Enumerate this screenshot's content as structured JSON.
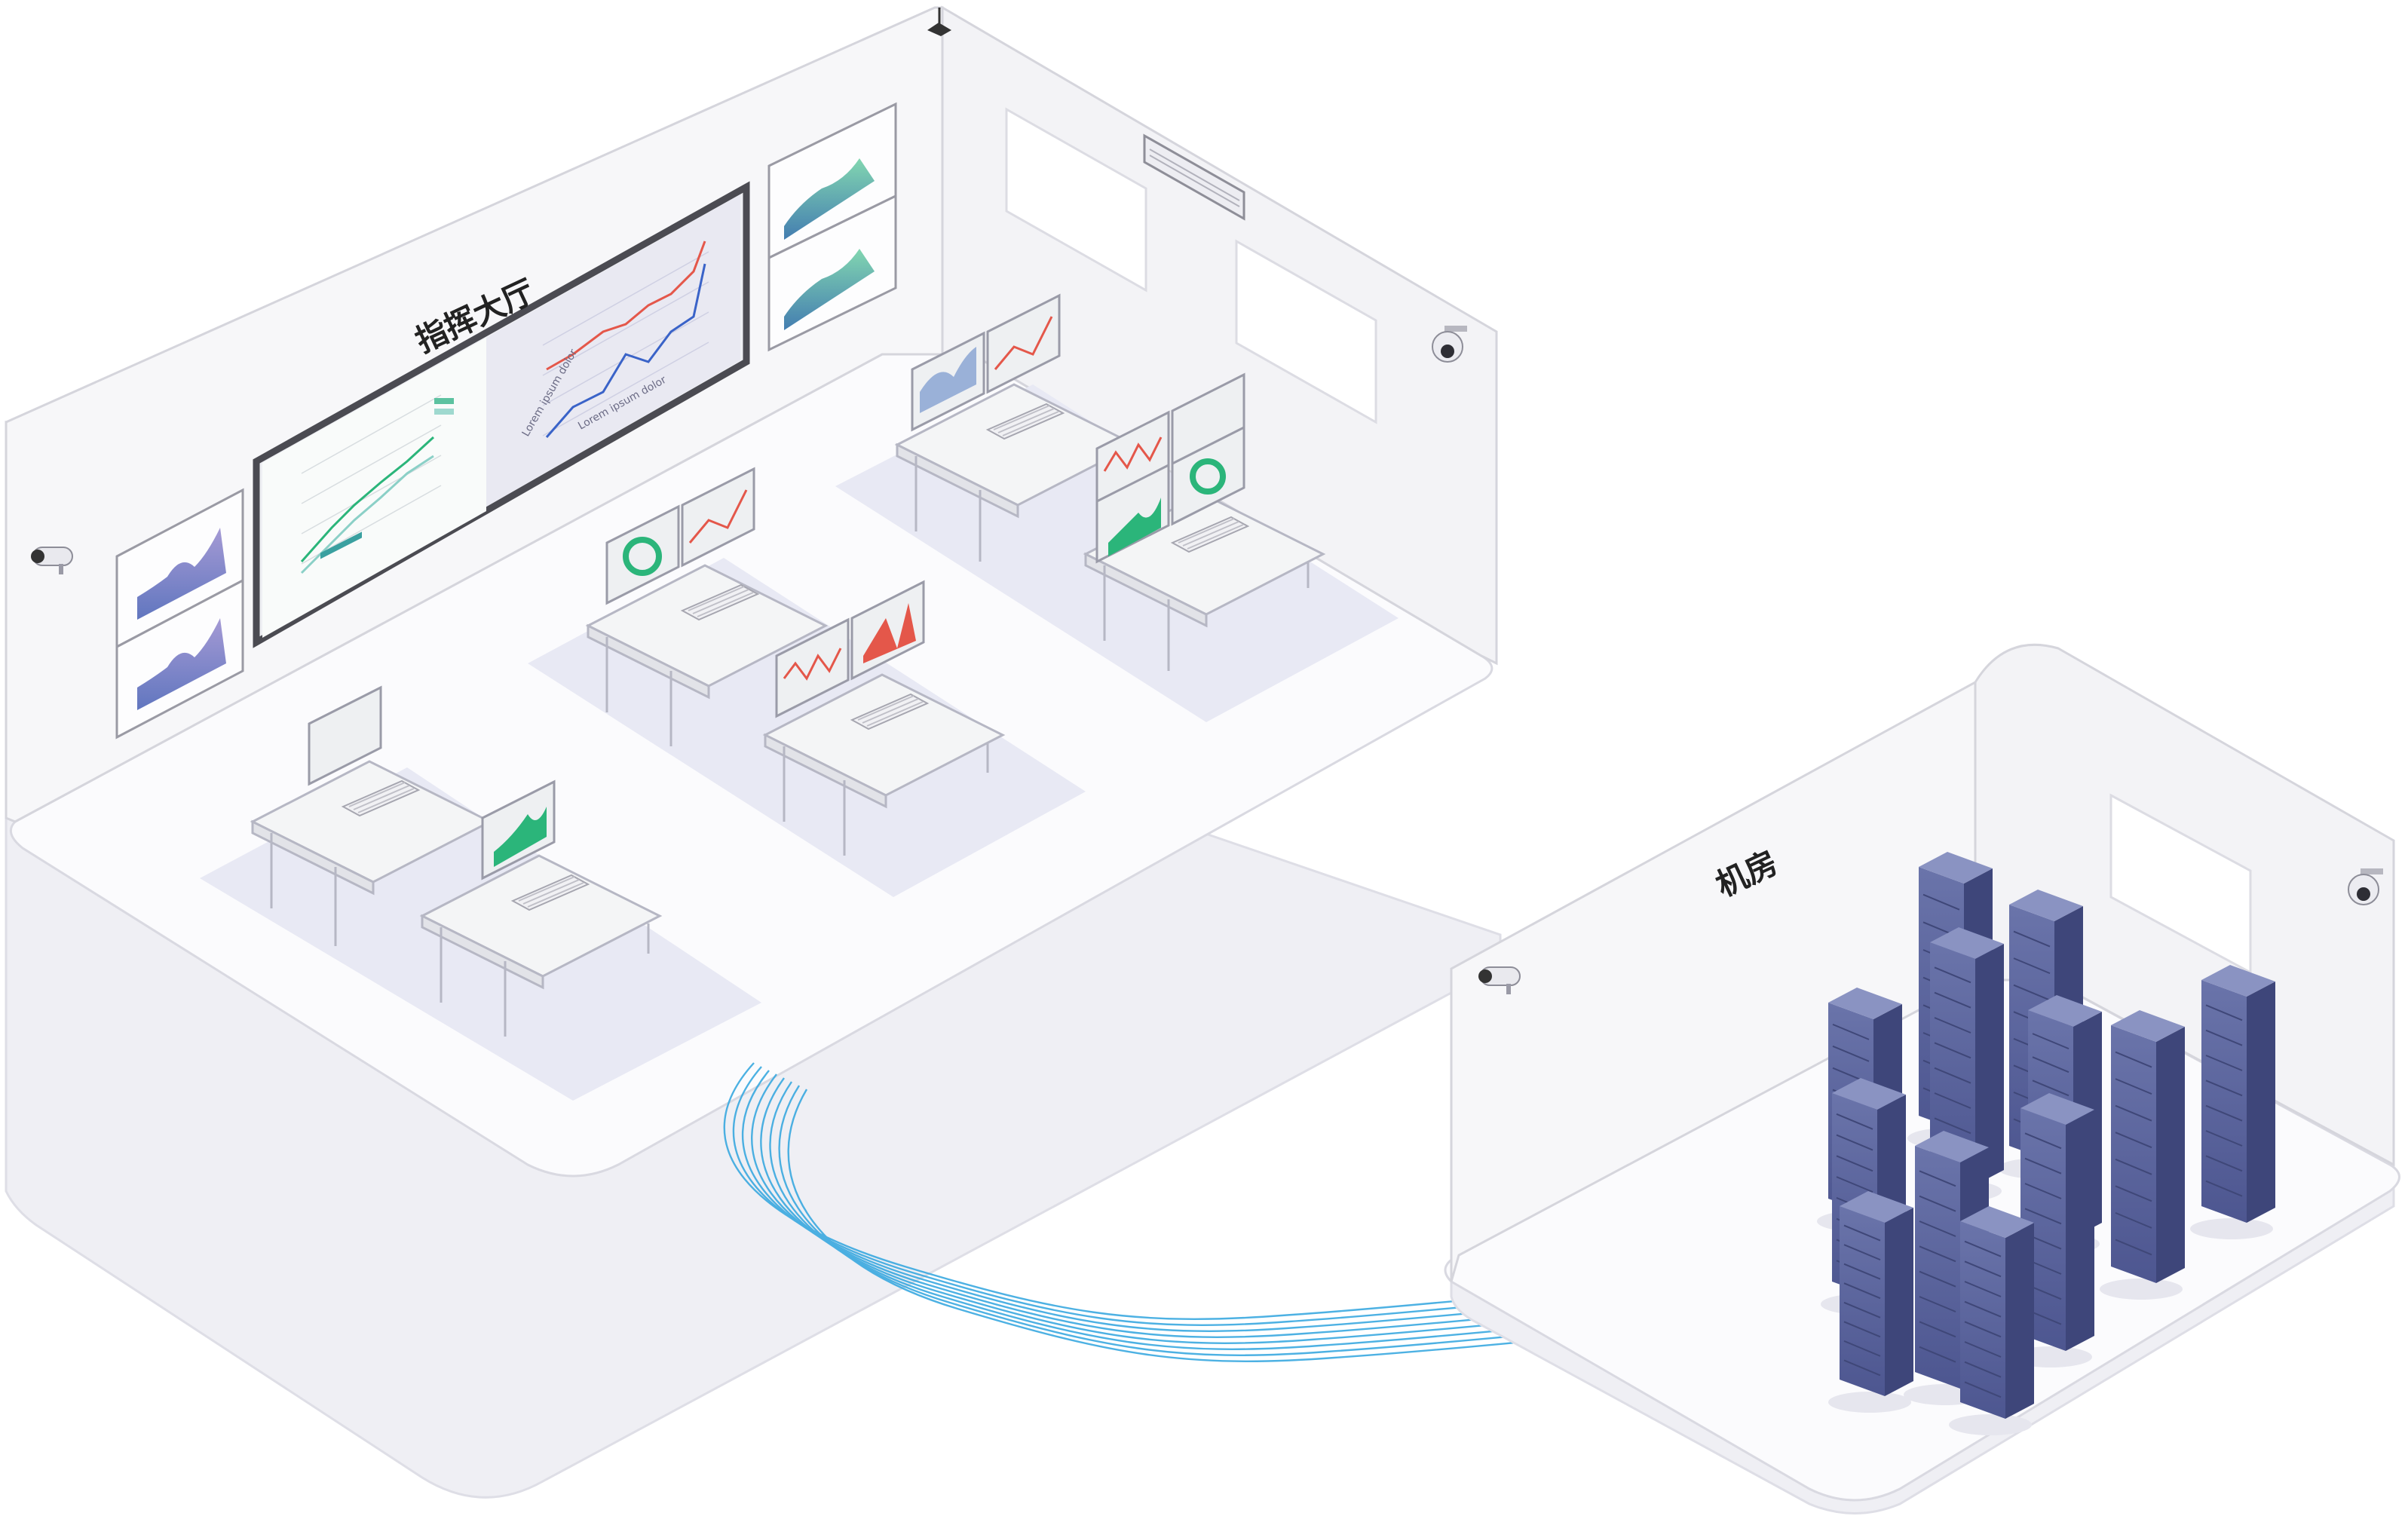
{
  "command_hall": {
    "title": "指挥大厅",
    "wall_chart": {
      "axis_label_y": "Lorem ipsum dolor",
      "axis_label_x": "Lorem ipsum dolor"
    }
  },
  "server_room": {
    "title": "机房"
  },
  "colors": {
    "floor": "#fbfbfd",
    "floor_edge": "#ececf2",
    "wall": "#f6f6f8",
    "wall_line": "#d6d6dc",
    "desk_zone": "#e8e9f4",
    "desk": "#f3f4f4",
    "rack_front": "#5b6598",
    "rack_side": "#3e467a",
    "rack_top": "#8a93c2",
    "cable": "#3aa9e0",
    "accent_green": "#2bb57a",
    "accent_red": "#e4574a",
    "accent_blue": "#3a63c8"
  }
}
